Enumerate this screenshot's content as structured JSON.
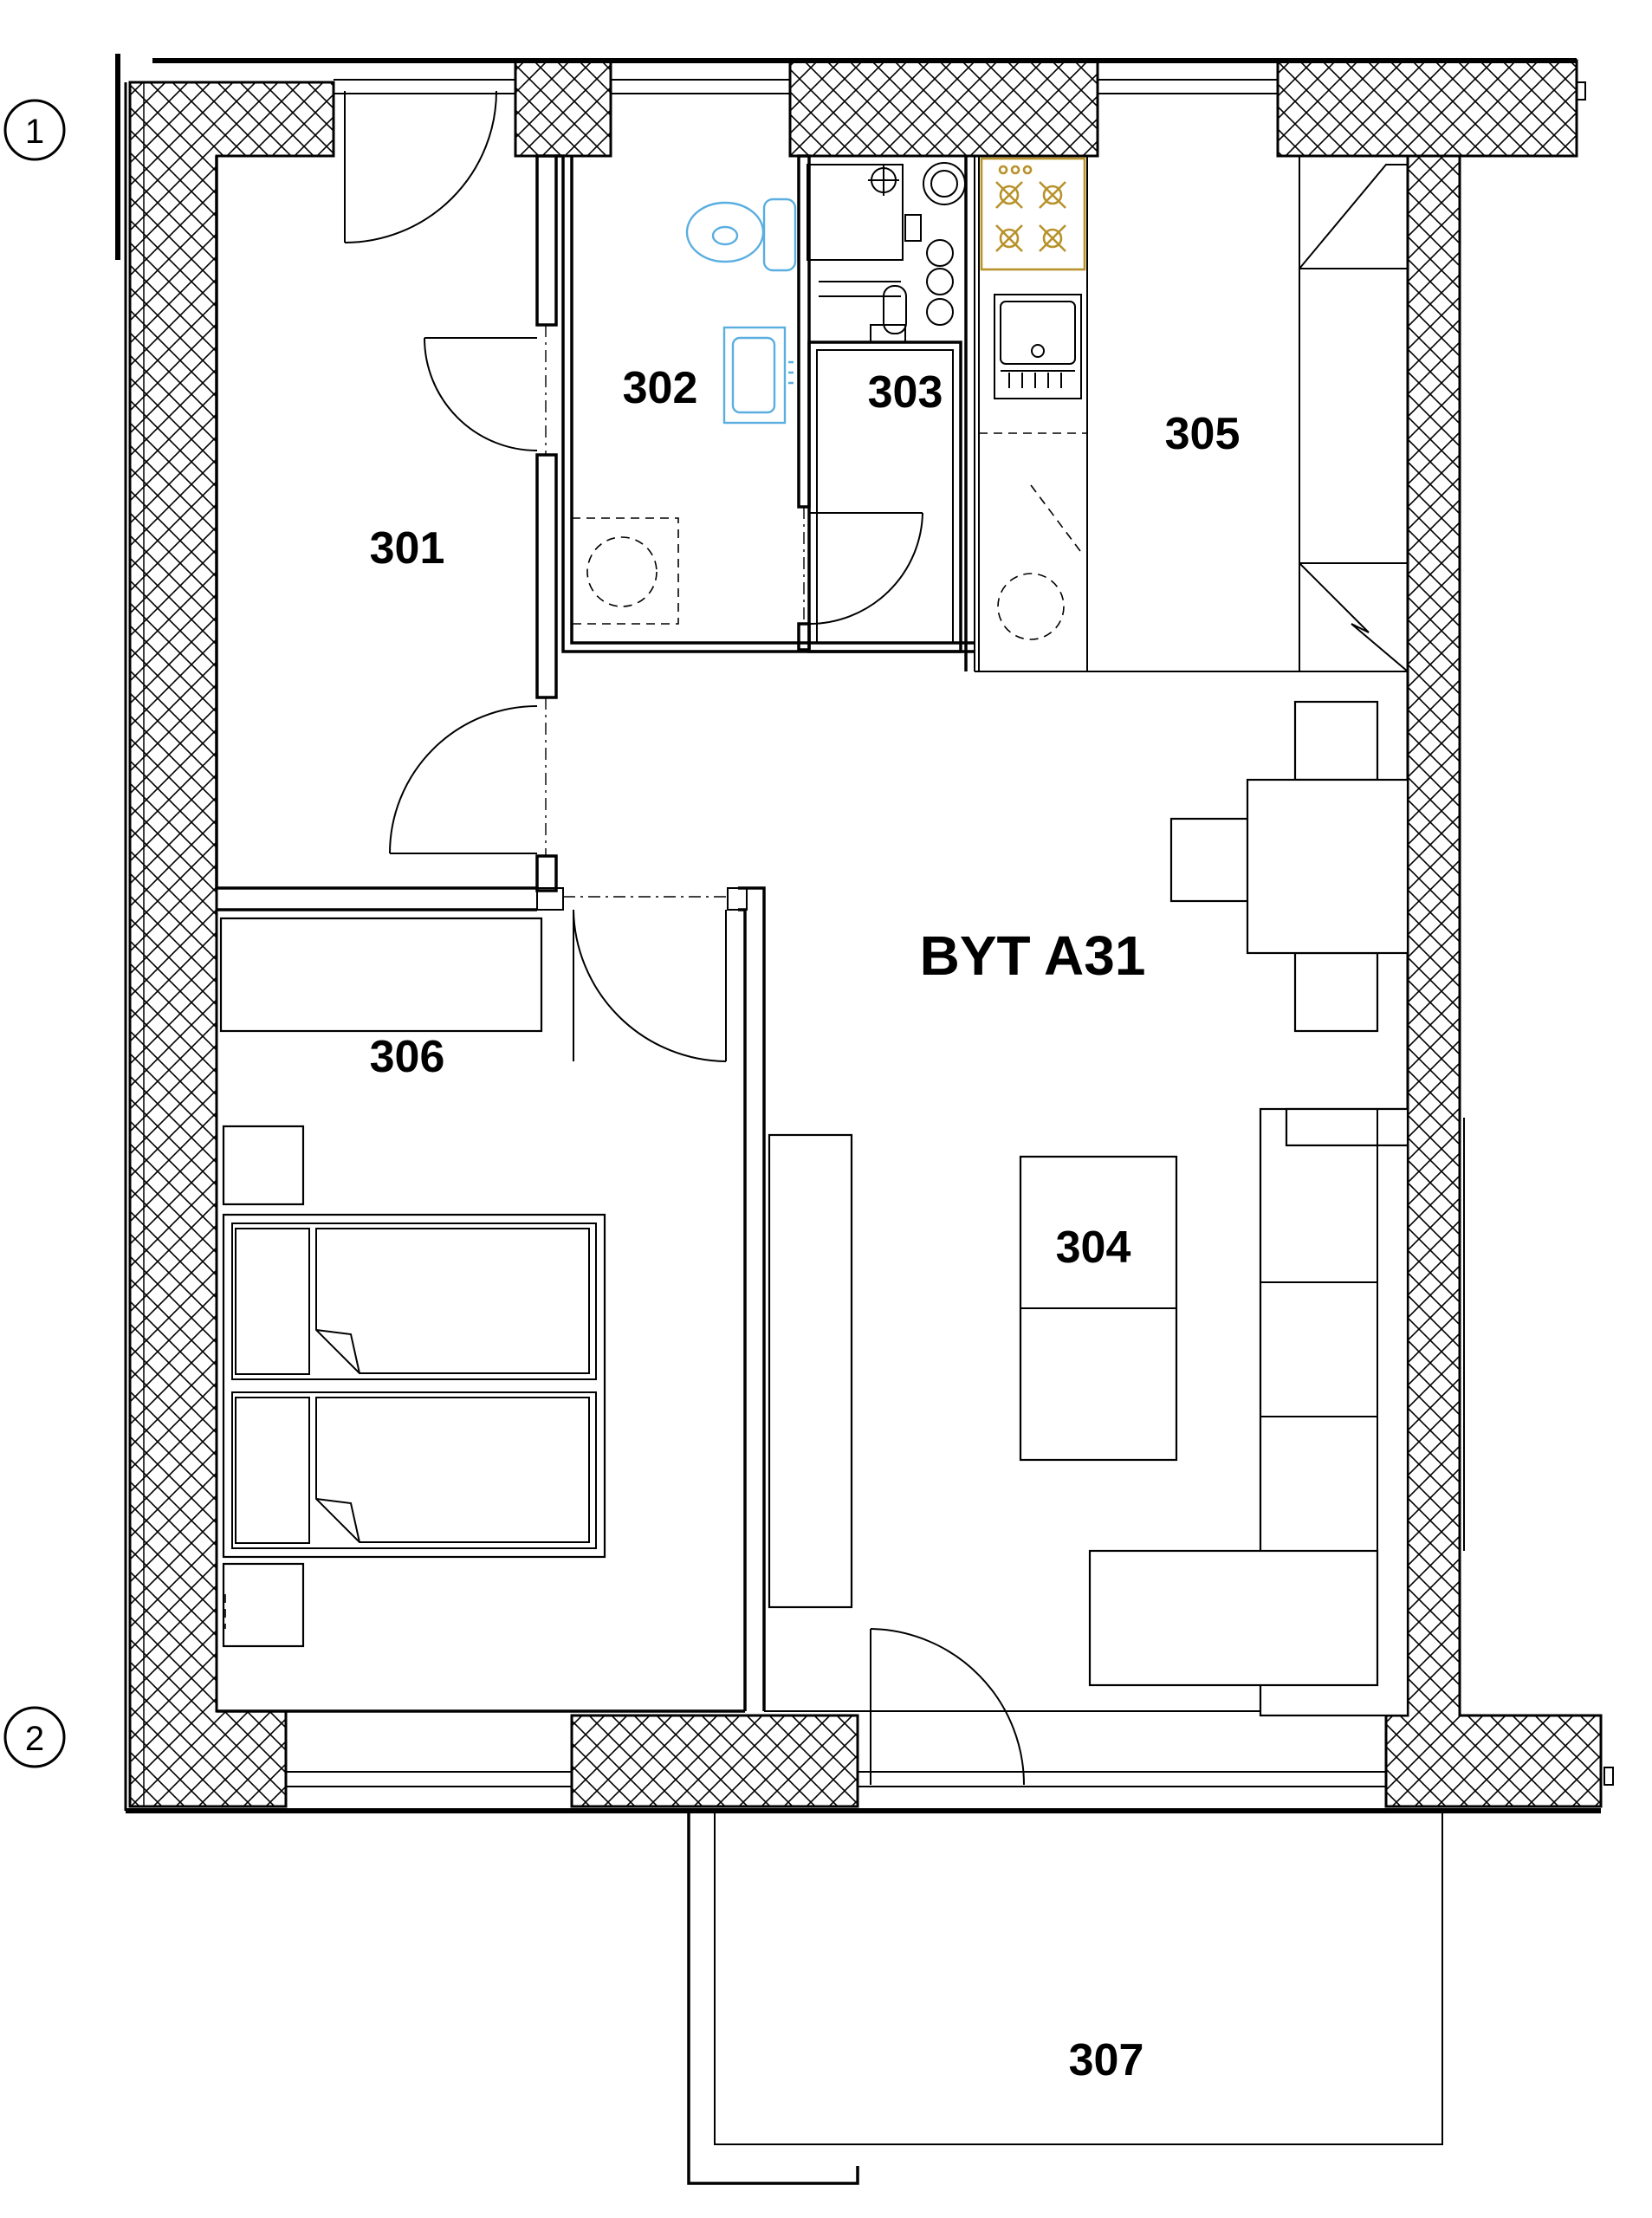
{
  "apartment": {
    "title": "BYT A31"
  },
  "axes": [
    "1",
    "2"
  ],
  "rooms": {
    "r301": "301",
    "r302": "302",
    "r303": "303",
    "r304": "304",
    "r305": "305",
    "r306": "306",
    "r307": "307"
  },
  "colors": {
    "walls": "#000000",
    "sanitary": "#5aaee0",
    "stove": "#b8922a"
  }
}
